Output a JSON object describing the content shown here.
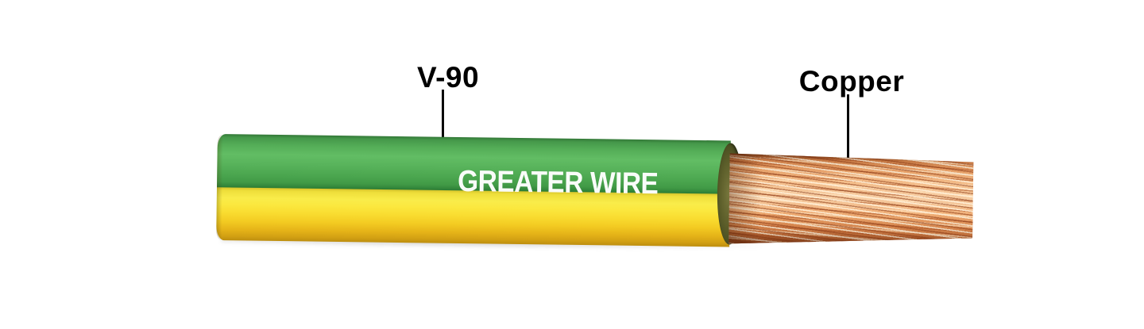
{
  "figure": {
    "background_color": "#ffffff",
    "labels": {
      "insulation": "V-90",
      "conductor": "Copper"
    },
    "cable": {
      "brand_text": "GREATER WIRE",
      "colors": {
        "bg": "#ffffff",
        "callout_text": "#000000",
        "brand_text": "#ffffff",
        "insulation_green": "#46a14a",
        "insulation_yellow": "#f8d928",
        "conductor_copper": "#e09058",
        "cut_face_olive": "#4f5424"
      }
    }
  }
}
